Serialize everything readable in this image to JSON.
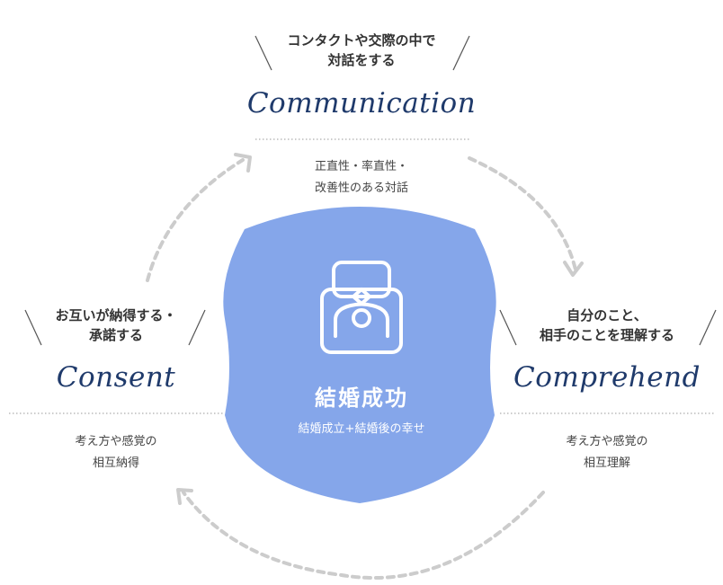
{
  "center": {
    "title": "結婚成功",
    "subtitle": "結婚成立+結婚後の幸せ",
    "icon": "ring-box-icon",
    "color": "#85a6ea"
  },
  "communication": {
    "heading_line1": "コンタクトや交際の中で",
    "heading_line2": "対話をする",
    "label": "Communication",
    "desc_line1": "正直性・率直性・",
    "desc_line2": "改善性のある対話"
  },
  "comprehend": {
    "heading_line1": "自分のこと、",
    "heading_line2": "相手のことを理解する",
    "label": "Comprehend",
    "desc_line1": "考え方や感覚の",
    "desc_line2": "相互理解"
  },
  "consent": {
    "heading_line1": "お互いが納得する・",
    "heading_line2": "承諾する",
    "label": "Consent",
    "desc_line1": "考え方や感覚の",
    "desc_line2": "相互納得"
  },
  "colors": {
    "label_navy": "#1f3a6b",
    "arrow_gray": "#cccccc",
    "text": "#333333"
  }
}
